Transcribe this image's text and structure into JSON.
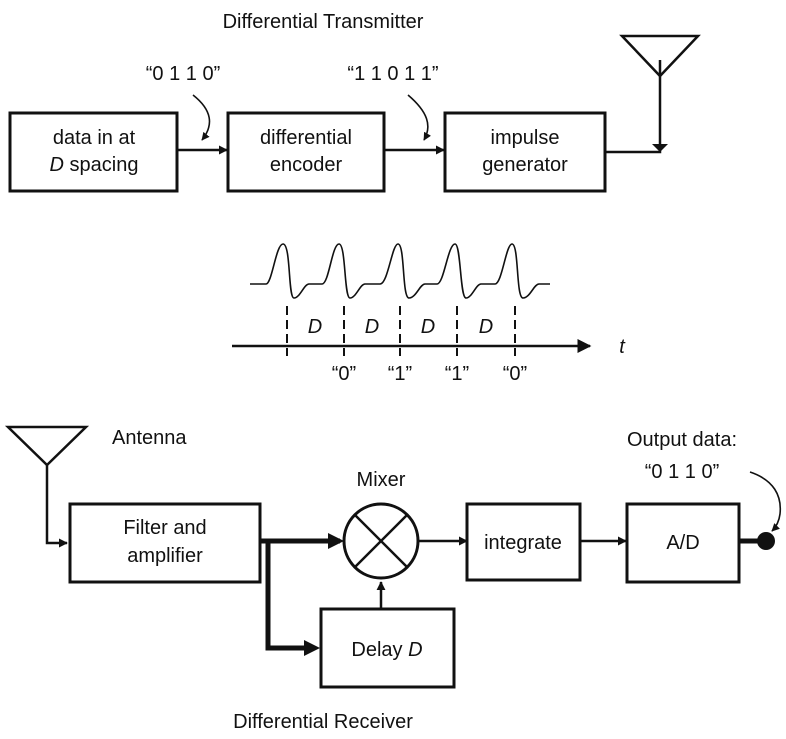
{
  "transmitter": {
    "title": "Differential Transmitter",
    "data_label": "“0  1  1  0”",
    "encoded_label": "“1  1  0  1  1”",
    "box_data_in_line1": "data in at",
    "box_data_in_var": "D",
    "box_data_in_line2": " spacing",
    "box_encoder_line1": "differential",
    "box_encoder_line2": "encoder",
    "box_impulse_line1": "impulse",
    "box_impulse_line2": "generator"
  },
  "waveform": {
    "spacing_labels": [
      "D",
      "D",
      "D",
      "D"
    ],
    "bit_labels": [
      "“0”",
      "“1”",
      "“1”",
      "“0”"
    ],
    "time_axis_label": "t"
  },
  "receiver": {
    "title": "Differential Receiver",
    "antenna_label": "Antenna",
    "mixer_label": "Mixer",
    "output_label_line1": "Output data:",
    "output_label_line2": "“0  1  1  0”",
    "box_filter_line1": "Filter and",
    "box_filter_line2": "amplifier",
    "box_integrate": "integrate",
    "box_ad": "A/D",
    "box_delay": "Delay ",
    "box_delay_var": "D"
  }
}
